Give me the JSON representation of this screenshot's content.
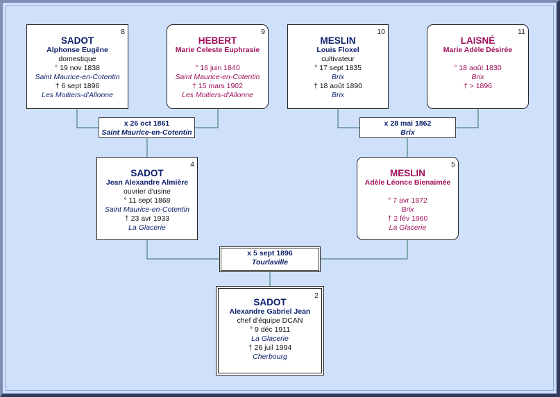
{
  "persons": {
    "p8": {
      "number": "8",
      "surname": "SADOT",
      "given": "Alphonse Eugêne",
      "occupation": "domestique",
      "birth": "° 19 nov 1838",
      "birth_place": "Saint Maurice-en-Cotentin",
      "death": "† 6 sept 1896",
      "death_place": "Les Moitiers-d'Allonne"
    },
    "p9": {
      "number": "9",
      "surname": "HEBERT",
      "given": "Marie Celeste Euphrasie",
      "birth": "° 16 juin 1840",
      "birth_place": "Saint Maurice-en-Cotentin",
      "death": "† 15 mars 1902",
      "death_place": "Les Moitiers-d'Allonne"
    },
    "p10": {
      "number": "10",
      "surname": "MESLIN",
      "given": "Louis Floxel",
      "occupation": "cultivateur",
      "birth": "° 17 sept 1835",
      "birth_place": "Brix",
      "death": "† 18 août 1890",
      "death_place": "Brix"
    },
    "p11": {
      "number": "11",
      "surname": "LAISNÉ",
      "given": "Marie Adèle Désirée",
      "birth": "° 18 août 1830",
      "birth_place": "Brix",
      "death": "† > 1896"
    },
    "p4": {
      "number": "4",
      "surname": "SADOT",
      "given": "Jean Alexandre Almière",
      "occupation": "ouvrier d'usine",
      "birth": "° 11 sept 1868",
      "birth_place": "Saint Maurice-en-Cotentin",
      "death": "† 23 avr 1933",
      "death_place": "La Glacerie"
    },
    "p5": {
      "number": "5",
      "surname": "MESLIN",
      "given": "Adèle Léonce Bienaimée",
      "birth": "° 7 avr 1872",
      "birth_place": "Brix",
      "death": "† 2 fév 1960",
      "death_place": "La Glacerie"
    },
    "p2": {
      "number": "2",
      "surname": "SADOT",
      "given": "Alexandre Gabriel Jean",
      "occupation": "chef d'équipe DCAN",
      "birth": "° 9 déc 1911",
      "birth_place": "La Glacerie",
      "death": "† 26 juil 1994",
      "death_place": "Cherbourg"
    }
  },
  "marriages": {
    "m89": {
      "date": "x 26 oct 1861",
      "place": "Saint Maurice-en-Cotentin"
    },
    "m1011": {
      "date": "x 28 mai 1862",
      "place": "Brix"
    },
    "m45": {
      "date": "x 5 sept 1896",
      "place": "Tourlaville"
    }
  },
  "colors": {
    "background": "#cfe0fb",
    "male": "#0b1f6b",
    "female": "#a0105a",
    "line": "#2f6f5f"
  }
}
